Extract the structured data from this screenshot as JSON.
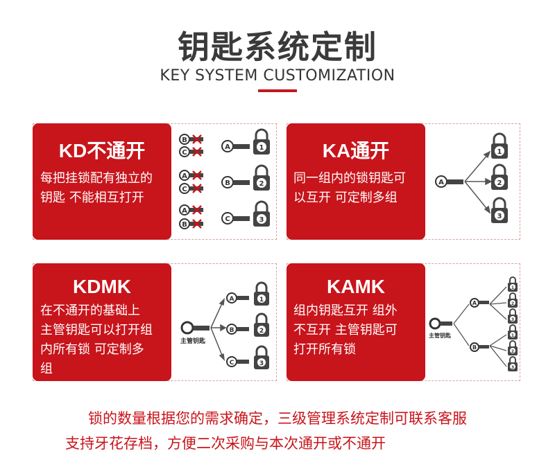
{
  "header": {
    "title": "钥匙系统定制",
    "subtitle": "KEY SYSTEM CUSTOMIZATION"
  },
  "cards": [
    {
      "id": "kd",
      "title": "KD不通开",
      "desc": "每把挂锁配有独立的\n钥匙  不能相互打开"
    },
    {
      "id": "ka",
      "title": "KA通开",
      "desc": "同一组内的锁钥匙可\n以互开   可定制多组"
    },
    {
      "id": "kdmk",
      "title": "KDMK",
      "desc": "在不通开的基础上\n主管钥匙可以打开组\n内所有锁   可定制多\n组"
    },
    {
      "id": "kamk",
      "title": "KAMK",
      "desc": "组内钥匙互开  组外\n不互开  主管钥匙可\n打开所有锁"
    }
  ],
  "diagram_labels": {
    "master_key": "主管钥匙",
    "keys": [
      "A",
      "B",
      "C"
    ],
    "locks": [
      "1",
      "2",
      "3"
    ]
  },
  "footer": {
    "line1": "锁的数量根据您的需求确定，三级管理系统定制可联系客服",
    "line2": "支持牙花存档，方便二次采购与本次通开或不通开"
  },
  "colors": {
    "accent": "#c8141b",
    "dark": "#3a3a3a"
  }
}
